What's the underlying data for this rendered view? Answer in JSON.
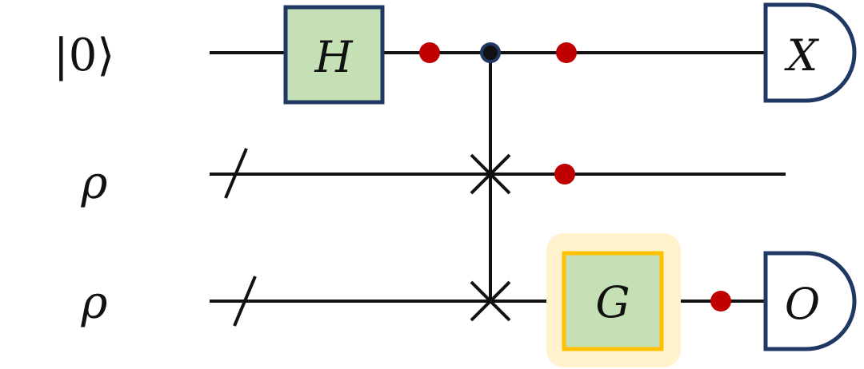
{
  "qubit_labels": [
    "|0⟩",
    "ρ",
    "ρ"
  ],
  "gates": {
    "hadamard": "H",
    "g_gate": "G"
  },
  "measurements": {
    "top": "X",
    "bottom": "O"
  },
  "colors": {
    "wire": "#111111",
    "gate_fill": "#c5e0b4",
    "gate_h_border": "#1f3864",
    "gate_g_border": "#ffc000",
    "gate_g_glow": "#fff2cc",
    "marker_dot": "#c00000",
    "control_dot": "#111111",
    "control_ring": "#1f3864",
    "meter_border": "#1f3864"
  }
}
